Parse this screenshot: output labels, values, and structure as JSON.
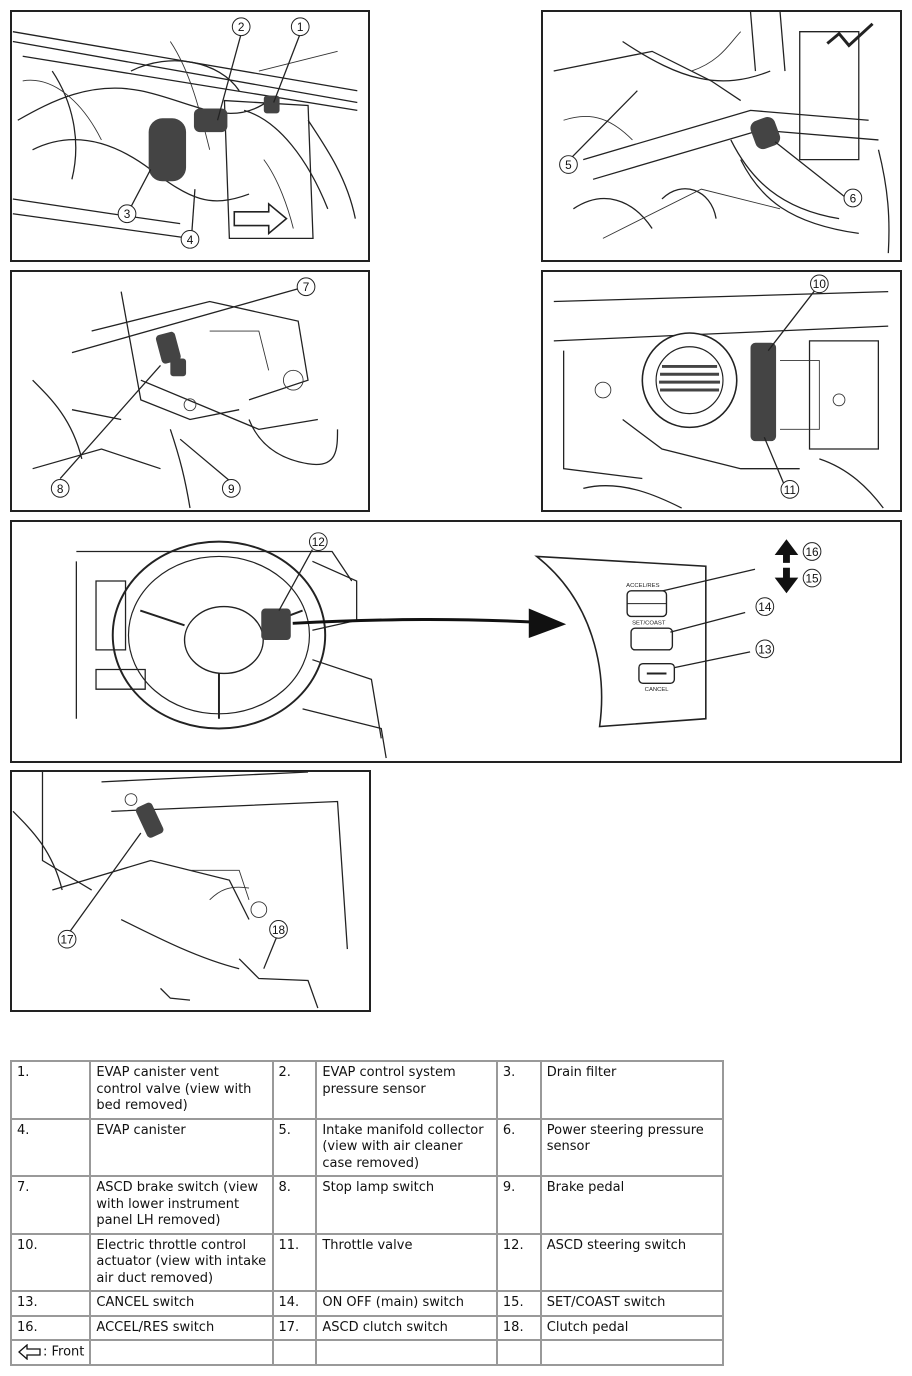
{
  "callouts": {
    "c1": "1",
    "c2": "2",
    "c3": "3",
    "c4": "4",
    "c5": "5",
    "c6": "6",
    "c7": "7",
    "c8": "8",
    "c9": "9",
    "c10": "10",
    "c11": "11",
    "c12": "12",
    "c13": "13",
    "c14": "14",
    "c15": "15",
    "c16": "16",
    "c17": "17",
    "c18": "18"
  },
  "switch_panel": {
    "accel_res": "ACCEL/RES",
    "set_coast": "SET/COAST",
    "cancel": "CANCEL"
  },
  "legend": {
    "rows": [
      [
        {
          "num": "1.",
          "text": "EVAP canister vent control valve (view with bed removed)"
        },
        {
          "num": "2.",
          "text": "EVAP control system pressure sensor"
        },
        {
          "num": "3.",
          "text": "Drain filter"
        }
      ],
      [
        {
          "num": "4.",
          "text": "EVAP canister"
        },
        {
          "num": "5.",
          "text": "Intake manifold collector (view with air cleaner case removed)"
        },
        {
          "num": "6.",
          "text": "Power steering pressure sensor"
        }
      ],
      [
        {
          "num": "7.",
          "text": "ASCD brake switch (view with lower instrument panel LH removed)"
        },
        {
          "num": "8.",
          "text": "Stop lamp switch"
        },
        {
          "num": "9.",
          "text": "Brake pedal"
        }
      ],
      [
        {
          "num": "10.",
          "text": "Electric throttle control actuator (view with intake air duct removed)"
        },
        {
          "num": "11.",
          "text": "Throttle valve"
        },
        {
          "num": "12.",
          "text": "ASCD steering switch"
        }
      ],
      [
        {
          "num": "13.",
          "text": "CANCEL switch"
        },
        {
          "num": "14.",
          "text": "ON OFF (main) switch"
        },
        {
          "num": "15.",
          "text": "SET/COAST switch"
        }
      ],
      [
        {
          "num": "16.",
          "text": "ACCEL/RES switch"
        },
        {
          "num": "17.",
          "text": "ASCD clutch switch"
        },
        {
          "num": "18.",
          "text": "Clutch pedal"
        }
      ]
    ],
    "front_label": ": Front",
    "front_icon": "arrow-left-outline-icon"
  }
}
